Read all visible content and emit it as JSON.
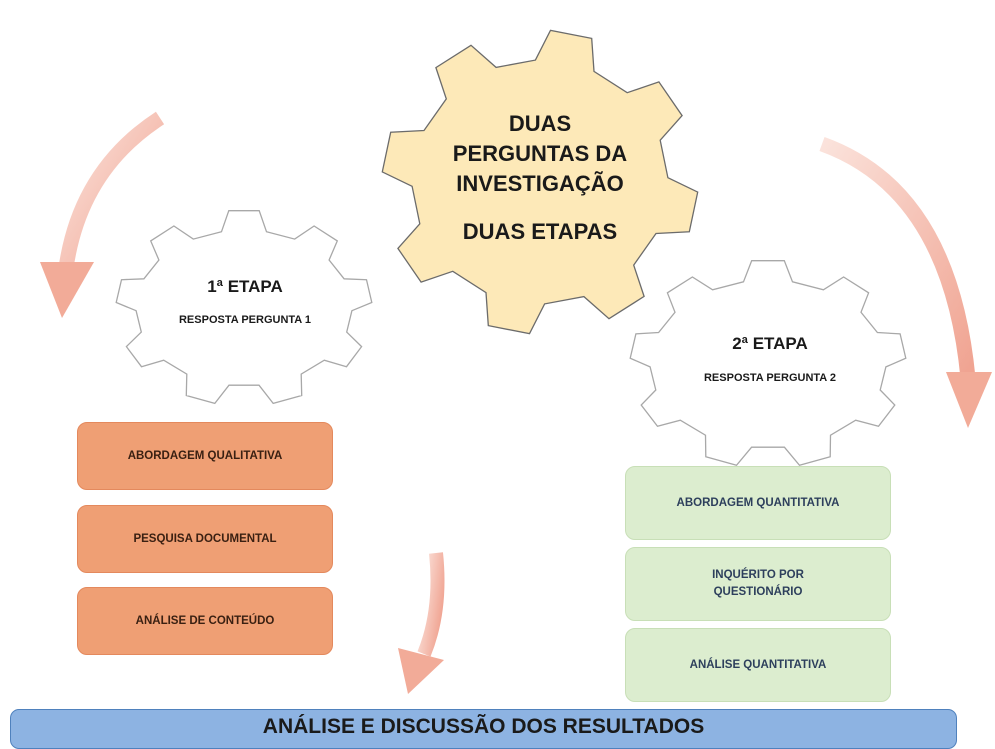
{
  "center_gear": {
    "line1": "DUAS",
    "line2": "PERGUNTAS DA",
    "line3": "INVESTIGAÇÃO",
    "line4": "DUAS ETAPAS",
    "fill": "#fde9b8"
  },
  "stage1": {
    "title": "1ª ETAPA",
    "subtitle": "RESPOSTA PERGUNTA 1",
    "steps": [
      "ABORDAGEM QUALITATIVA",
      "PESQUISA DOCUMENTAL",
      "ANÁLISE DE CONTEÚDO"
    ],
    "box_color": "#ef9f74"
  },
  "stage2": {
    "title": "2ª ETAPA",
    "subtitle": "RESPOSTA PERGUNTA 2",
    "steps": [
      "ABORDAGEM QUANTITATIVA",
      "INQUÉRITO POR QUESTIONÁRIO",
      "ANÁLISE QUANTITATIVA"
    ],
    "box_color": "#dcedcf"
  },
  "footer": {
    "label": "ANÁLISE E DISCUSSÃO DOS RESULTADOS",
    "color": "#8db3e2"
  },
  "arrow_color": "#f3b6a6"
}
